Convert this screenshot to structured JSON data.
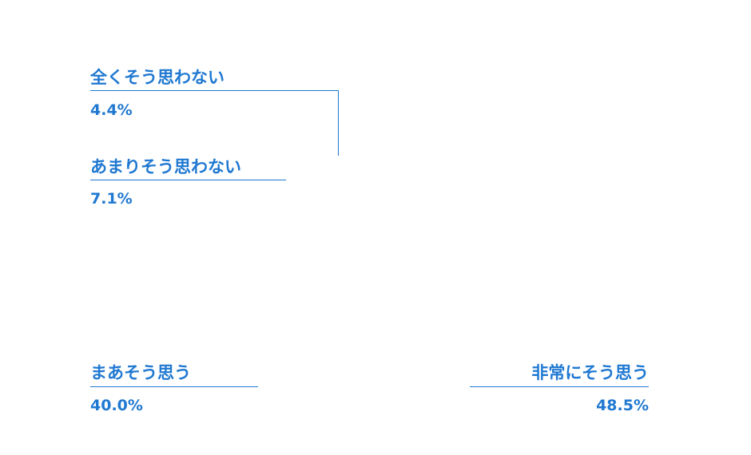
{
  "chart_data": {
    "type": "pie",
    "title": "",
    "categories": [
      "全くそう思わない",
      "あまりそう思わない",
      "まあそう思う",
      "非常にそう思う"
    ],
    "values": [
      4.4,
      7.1,
      40.0,
      48.5
    ],
    "value_labels": [
      "4.4%",
      "7.1%",
      "40.0%",
      "48.5%"
    ],
    "color": "#1f78d1"
  }
}
